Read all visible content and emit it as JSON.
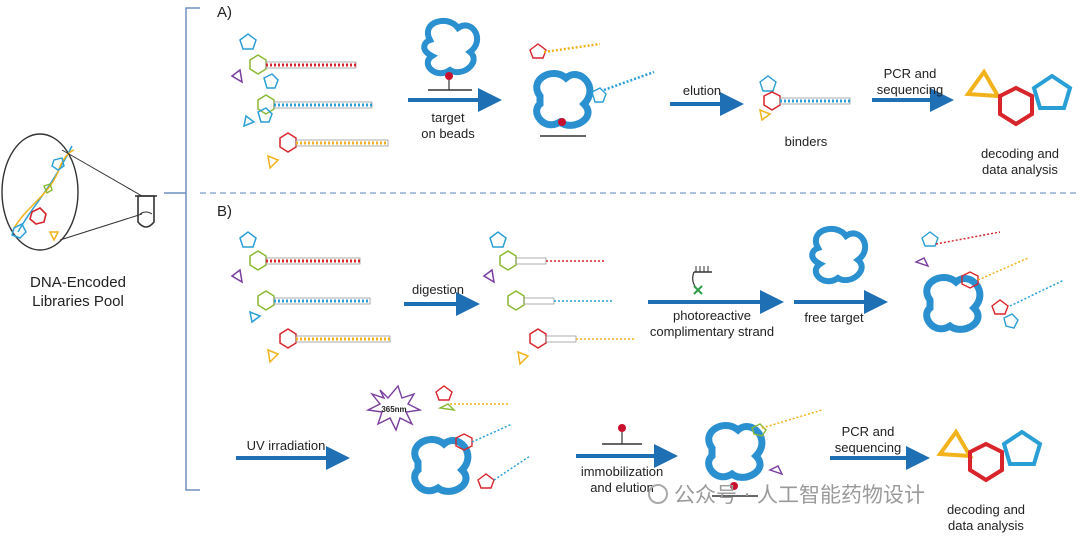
{
  "pool": {
    "line1": "DNA-Encoded",
    "line2": "Libraries Pool"
  },
  "panel_a": {
    "label": "A)",
    "steps": {
      "target_beads": [
        "target",
        "on beads"
      ],
      "elution": "elution",
      "binders": "binders",
      "pcr": [
        "PCR and",
        "sequencing"
      ],
      "decoding": [
        "decoding and",
        "data analysis"
      ]
    }
  },
  "panel_b": {
    "label": "B)",
    "steps": {
      "digestion": "digestion",
      "photoreactive": [
        "photoreactive",
        "complimentary strand"
      ],
      "free_target": "free target",
      "uv": "UV irradiation",
      "burst": "365nm",
      "immobilization": [
        "immobilization",
        "and elution"
      ],
      "pcr": [
        "PCR and",
        "sequencing"
      ],
      "decoding": [
        "decoding and",
        "data analysis"
      ]
    }
  },
  "watermark": "公众号 · 人工智能药物设计",
  "colors": {
    "arrow": "#1f6fb5",
    "protein": "#2a90d0",
    "bead_red": "#c8102e",
    "pentagon": "#2a9fd6",
    "hexagon": "#d8242a",
    "triangle": "#f2b21b",
    "triangle_alt": "#7a3fa0",
    "bracket": "#6f8fbf"
  }
}
